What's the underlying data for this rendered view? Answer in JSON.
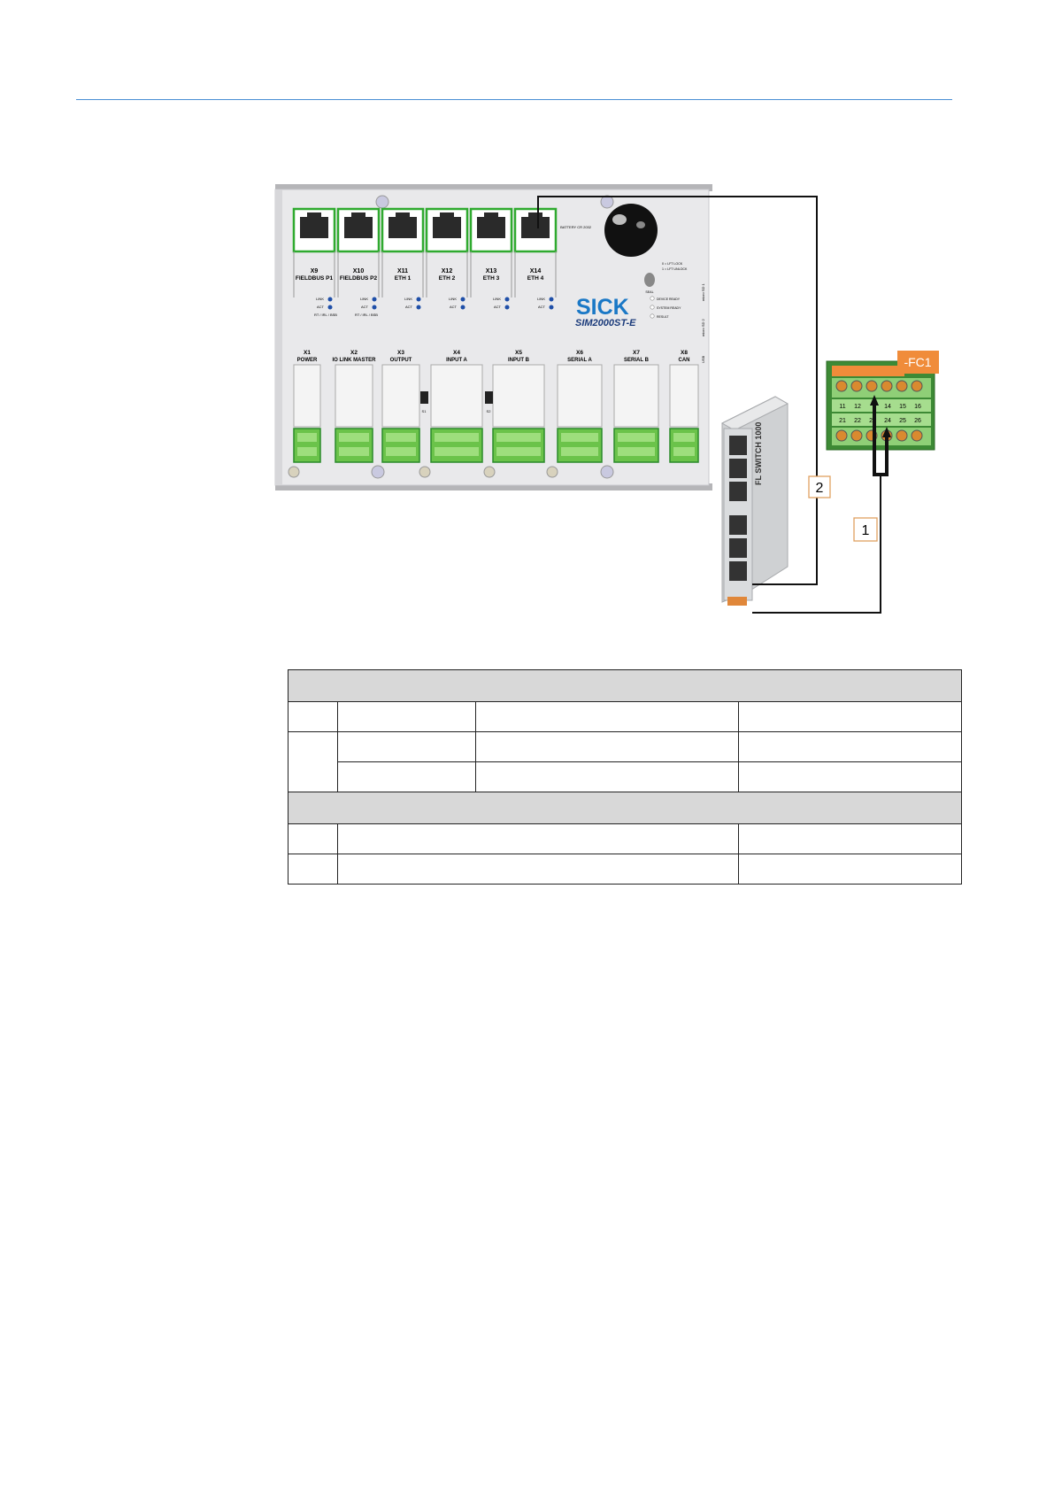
{
  "device": {
    "brand": "SICK",
    "model": "SIM2000ST-E",
    "battery_label": "BATTERY CR 2032",
    "dip_labels": [
      "0 = LFT LOCK",
      "1 = LFT UNLOCK"
    ],
    "seal_label": "SEAL",
    "status_leds": [
      "DEVICE READY",
      "SYSTEM READY",
      "RESULT"
    ],
    "side_labels": [
      "micro SD 1",
      "micro SD 2",
      "USB"
    ],
    "link_label": "LINK",
    "act_label": "ACT",
    "eth_ports": [
      {
        "id": "X9",
        "name": "FIELDBUS P1"
      },
      {
        "id": "X10",
        "name": "FIELDBUS P2"
      },
      {
        "id": "X11",
        "name": "ETH 1"
      },
      {
        "id": "X12",
        "name": "ETH 2"
      },
      {
        "id": "X13",
        "name": "ETH 3"
      },
      {
        "id": "X14",
        "name": "ETH 4"
      }
    ],
    "bus_labels": [
      "RT / IRL / BSB",
      "RT / IRL / BSB"
    ],
    "terminals": [
      {
        "id": "X1",
        "name": "POWER"
      },
      {
        "id": "X2",
        "name": "IO LINK MASTER"
      },
      {
        "id": "X3",
        "name": "OUTPUT"
      },
      {
        "id": "X4",
        "name": "INPUT A"
      },
      {
        "id": "X5",
        "name": "INPUT B"
      },
      {
        "id": "X6",
        "name": "SERIAL A"
      },
      {
        "id": "X7",
        "name": "SERIAL B"
      },
      {
        "id": "X8",
        "name": "CAN"
      }
    ],
    "switch_labels": [
      "S1",
      "S2"
    ]
  },
  "switch": {
    "label": "FL SWITCH 1000"
  },
  "terminal_block": {
    "tag": "-FC1",
    "top_pins": [
      "11",
      "12",
      "14",
      "15",
      "16"
    ],
    "bottom_pins": [
      "21",
      "22",
      "23",
      "24",
      "25",
      "26"
    ]
  },
  "callouts": {
    "one": "1",
    "two": "2"
  }
}
